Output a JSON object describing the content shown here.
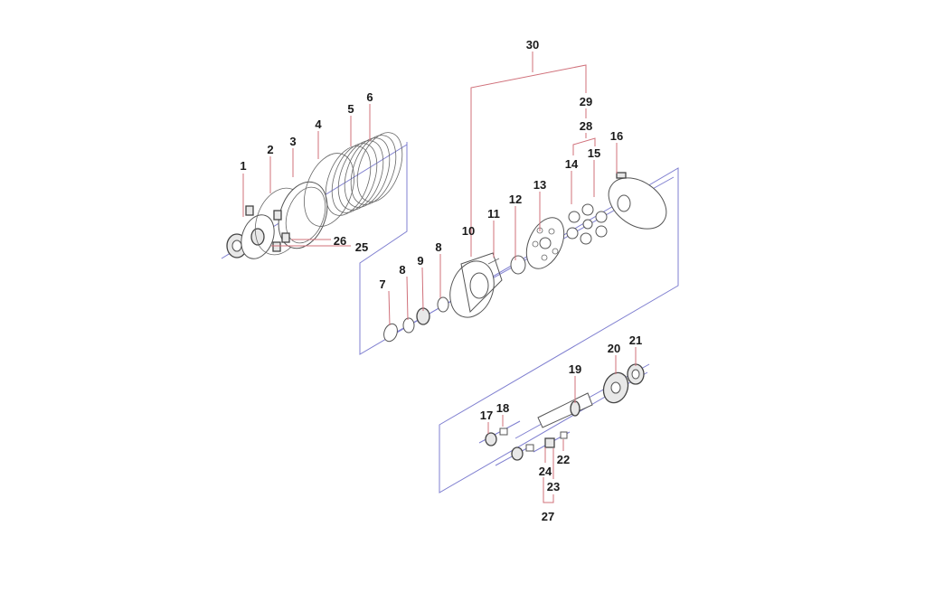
{
  "diagram": {
    "type": "exploded parts diagram",
    "labels": {
      "p1": "1",
      "p2": "2",
      "p3": "3",
      "p4": "4",
      "p5": "5",
      "p6": "6",
      "p7": "7",
      "p8a": "8",
      "p8b": "8",
      "p9": "9",
      "p10": "10",
      "p11": "11",
      "p12": "12",
      "p13": "13",
      "p14": "14",
      "p15": "15",
      "p16": "16",
      "p17": "17",
      "p18": "18",
      "p19": "19",
      "p20": "20",
      "p21": "21",
      "p22": "22",
      "p23": "23",
      "p24": "24",
      "p25": "25",
      "p26": "26",
      "p27": "27",
      "p28": "28",
      "p29": "29",
      "p30": "30"
    },
    "colors": {
      "leader": "#d0707a",
      "frame": "#7f7fd0",
      "part": "#555555"
    }
  }
}
